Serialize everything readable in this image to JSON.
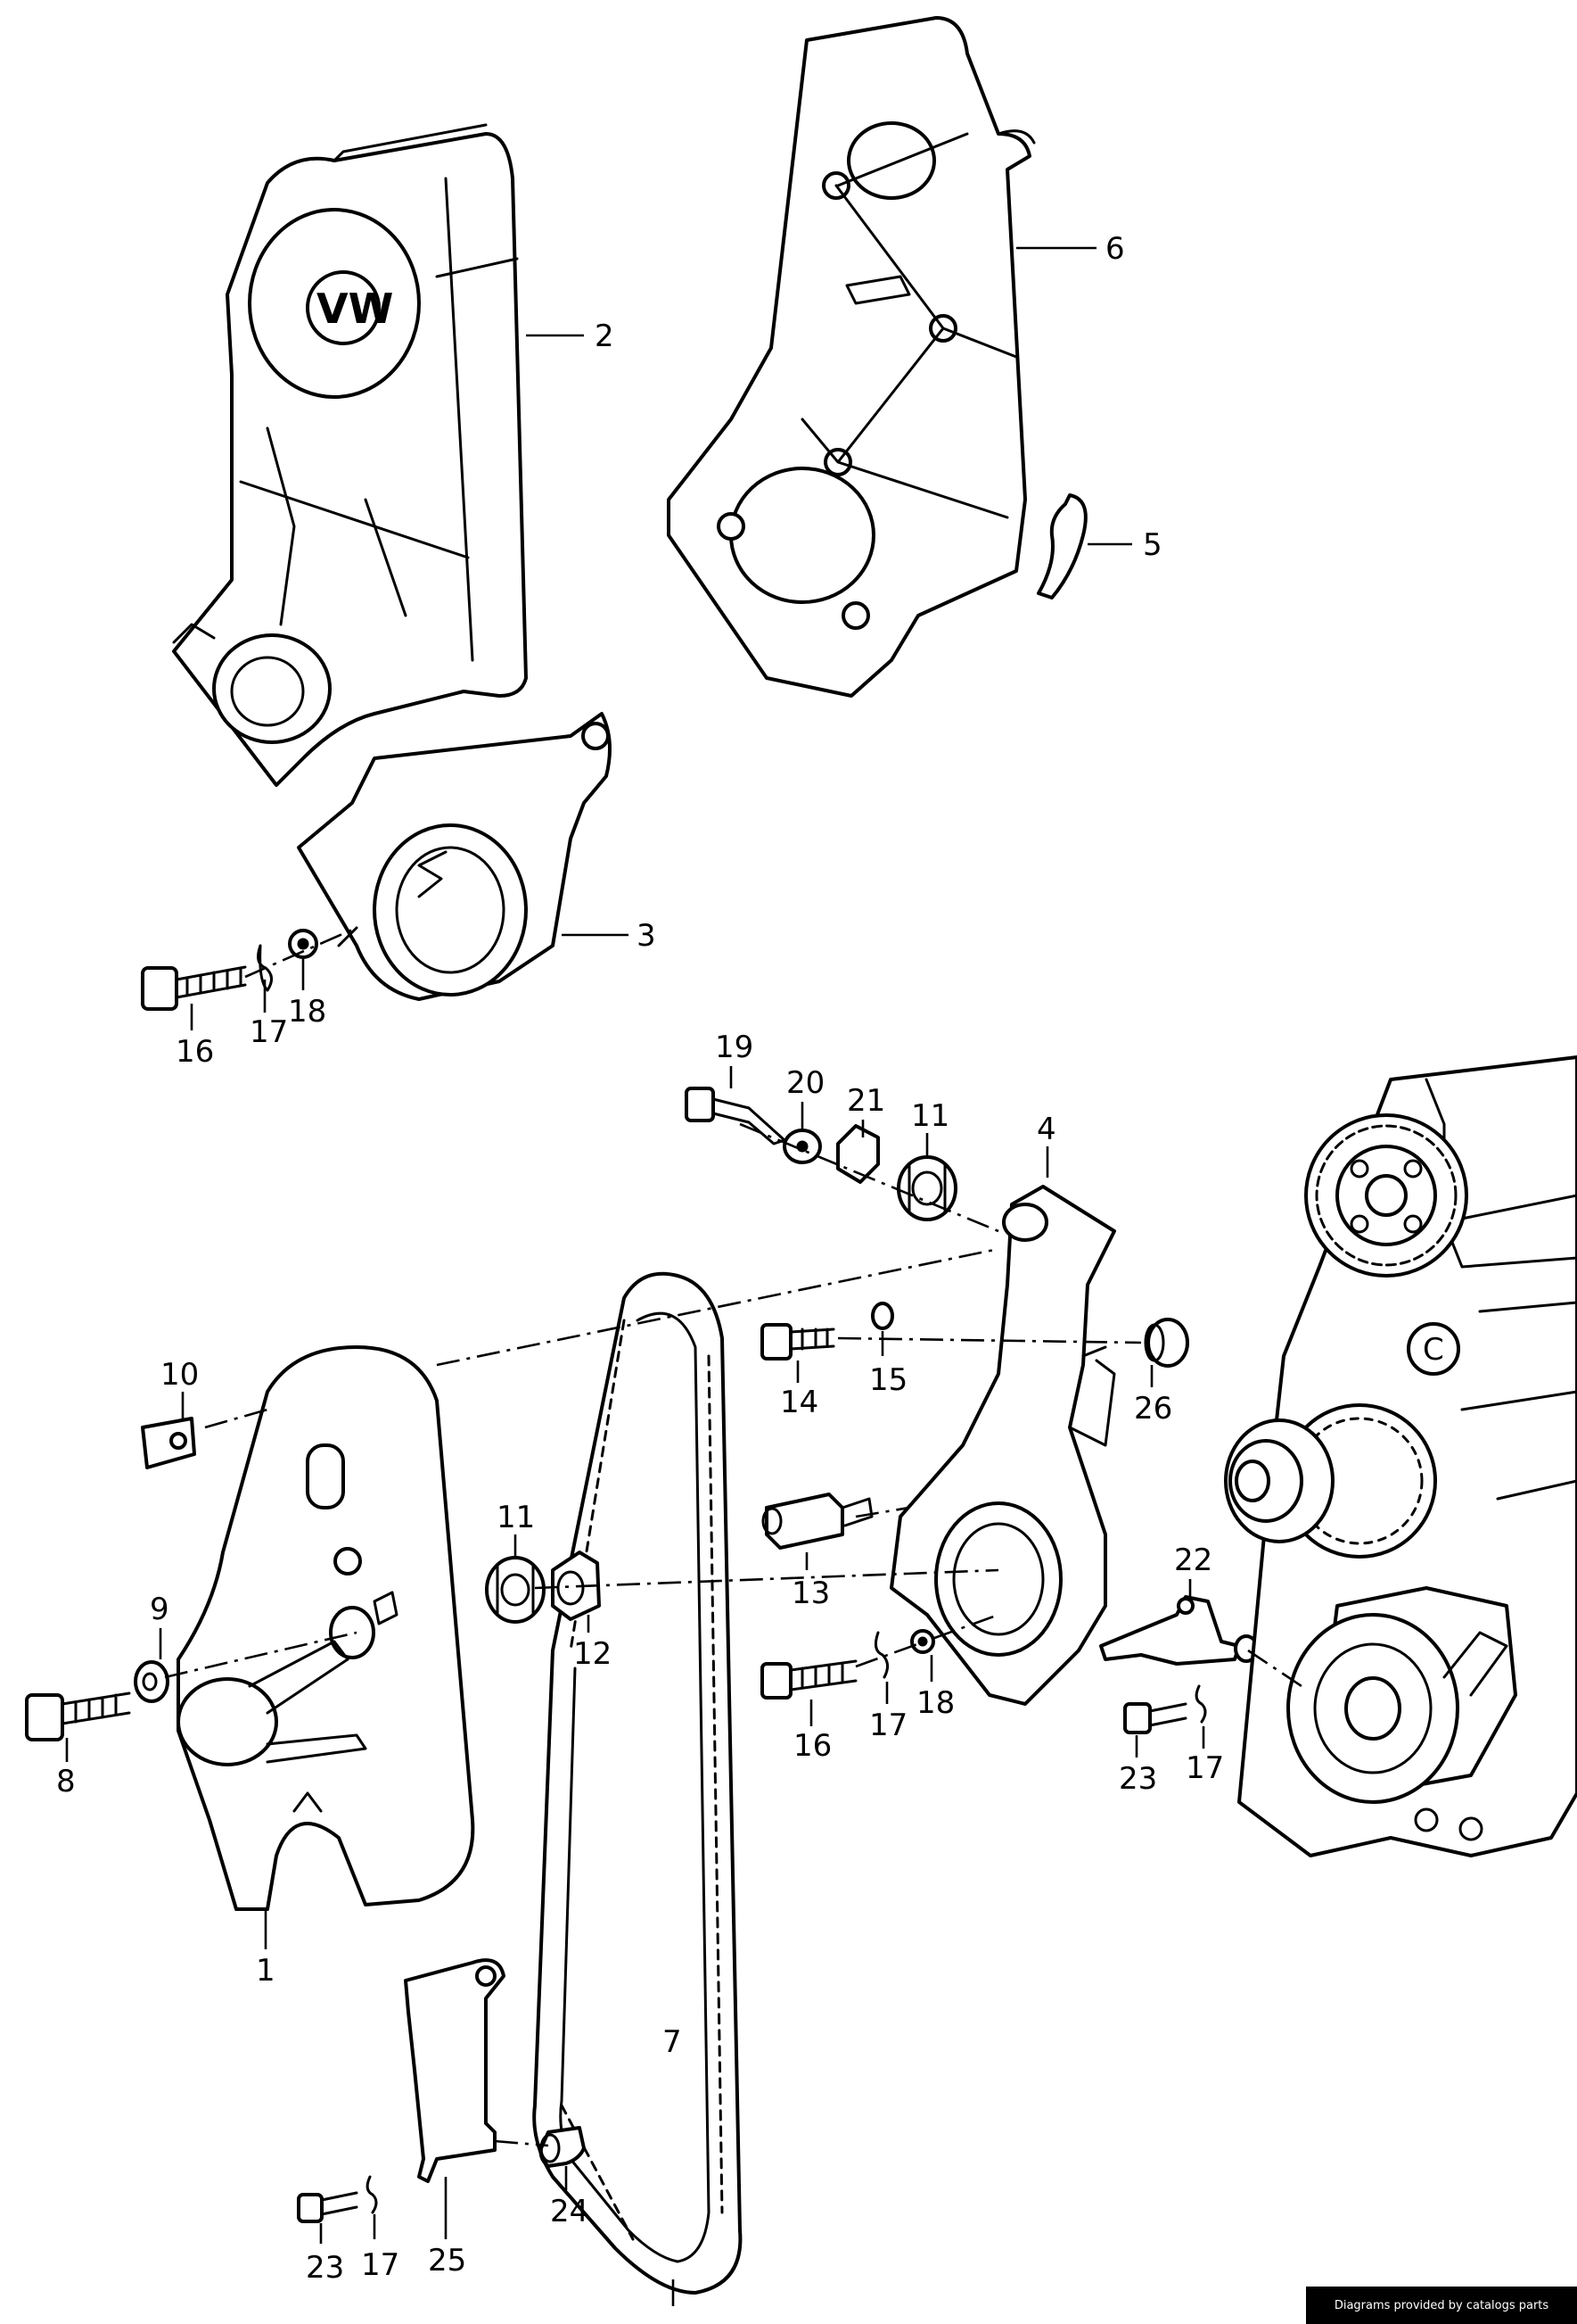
{
  "callouts": {
    "c1": "1",
    "c2": "2",
    "c3": "3",
    "c4": "4",
    "c5": "5",
    "c6": "6",
    "c7": "7",
    "c8": "8",
    "c9": "9",
    "c10": "10",
    "c11a": "11",
    "c11b": "11",
    "c12": "12",
    "c13": "13",
    "c14": "14",
    "c15": "15",
    "c16a": "16",
    "c16b": "16",
    "c17a": "17",
    "c17b": "17",
    "c17c": "17",
    "c17d": "17",
    "c18a": "18",
    "c18b": "18",
    "c19": "19",
    "c20": "20",
    "c21": "21",
    "c22": "22",
    "c23a": "23",
    "c23b": "23",
    "c24": "24",
    "c25": "25",
    "c26": "26"
  },
  "credit": "Diagrams provided by catalogs parts"
}
